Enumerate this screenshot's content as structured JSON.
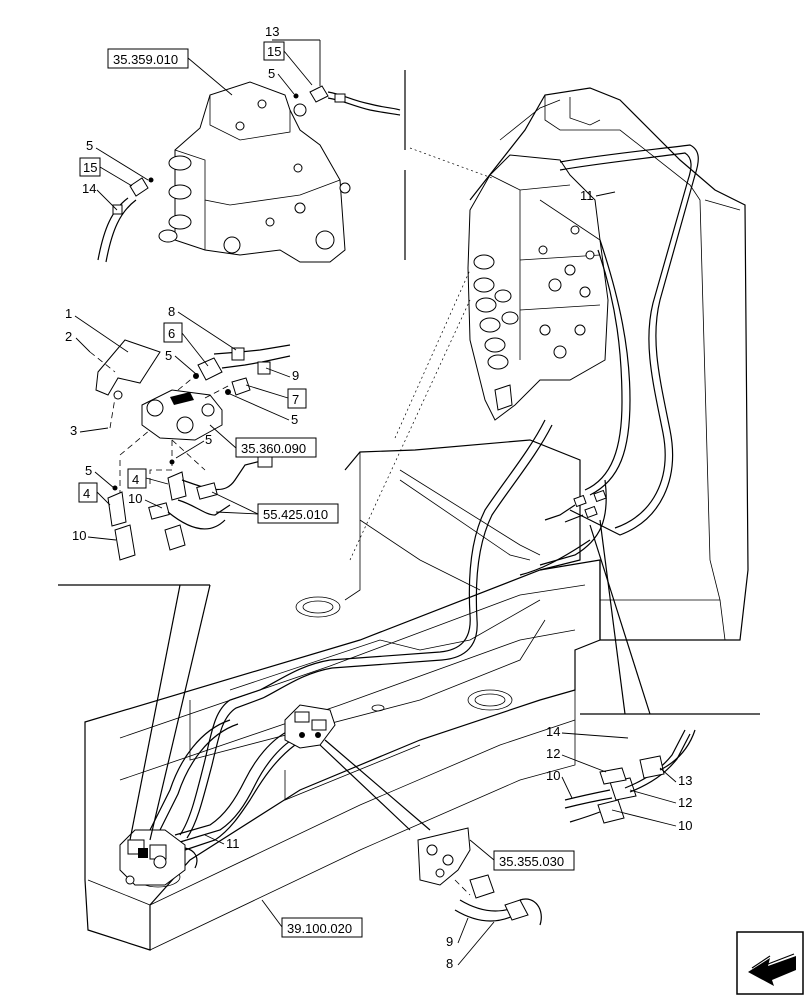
{
  "references": {
    "r1": "35.359.010",
    "r2": "35.360.090",
    "r3": "55.425.010",
    "r4": "35.355.030",
    "r5": "39.100.020"
  },
  "callouts": {
    "c13a": "13",
    "c15a": "15",
    "c5a": "5",
    "c5b": "5",
    "c15b": "15",
    "c14a": "14",
    "c11a": "11",
    "c1": "1",
    "c2": "2",
    "c8a": "8",
    "c6": "6",
    "c5c": "5",
    "c9a": "9",
    "c7": "7",
    "c5d": "5",
    "c3": "3",
    "c5e": "5",
    "c5f": "5",
    "c4a": "4",
    "c4b": "4",
    "c10a": "10",
    "c10b": "10",
    "c14b": "14",
    "c12a": "12",
    "c10c": "10",
    "c13b": "13",
    "c12b": "12",
    "c10d": "10",
    "c11b": "11",
    "c9b": "9",
    "c8b": "8"
  },
  "nav_icon": "next-page-arrow-icon"
}
